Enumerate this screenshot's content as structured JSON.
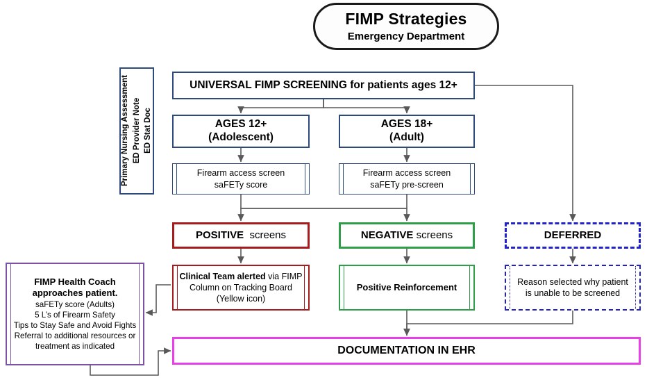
{
  "title": {
    "line1": "FIMP Strategies",
    "line2": "Emergency Department"
  },
  "sidebar": {
    "lines": "Primary Nursing Assessment\nED Provider Note\nED Stat Doc",
    "line1": "Primary Nursing Assessment",
    "line2": "ED Provider Note",
    "line3": "ED Stat Doc"
  },
  "nodes": {
    "universal": "UNIVERSAL FIMP SCREENING for patients ages 12+",
    "ages12_line1": "AGES 12+",
    "ages12_line2": "(Adolescent)",
    "ages18_line1": "AGES 18+",
    "ages18_line2": "(Adult)",
    "screen12_line1": "Firearm access screen",
    "screen12_line2": "saFETy score",
    "screen18_line1": "Firearm access screen",
    "screen18_line2": "saFETy pre-screen",
    "positive_strong": "POSITIVE",
    "positive_light": "screens",
    "negative_strong": "NEGATIVE",
    "negative_light": "screens",
    "deferred": "DEFERRED",
    "clinical_strong": "Clinical Team alerted",
    "clinical_rest": "via FIMP Column on Tracking Board (Yellow icon)",
    "reinforce": "Positive Reinforcement",
    "reason": "Reason selected why patient is unable to be screened",
    "coach_header_line1": "FIMP Health Coach",
    "coach_header_line2": "approaches patient.",
    "coach_item1": "saFETy score (Adults)",
    "coach_item2": "5 L’s of Firearm Safety",
    "coach_item3": "Tips to Stay Safe and Avoid Fights",
    "coach_item4": "Referral to additional resources or treatment as indicated",
    "documentation": "DOCUMENTATION IN EHR"
  },
  "colors": {
    "navy": "#2e4a7d",
    "red": "#a61c1c",
    "green": "#2f9e49",
    "blue_dashed": "#2222cc",
    "purple": "#7c52a5",
    "magenta": "#e83fe8",
    "connector": "#595959",
    "title_border": "#1a1a1a"
  }
}
